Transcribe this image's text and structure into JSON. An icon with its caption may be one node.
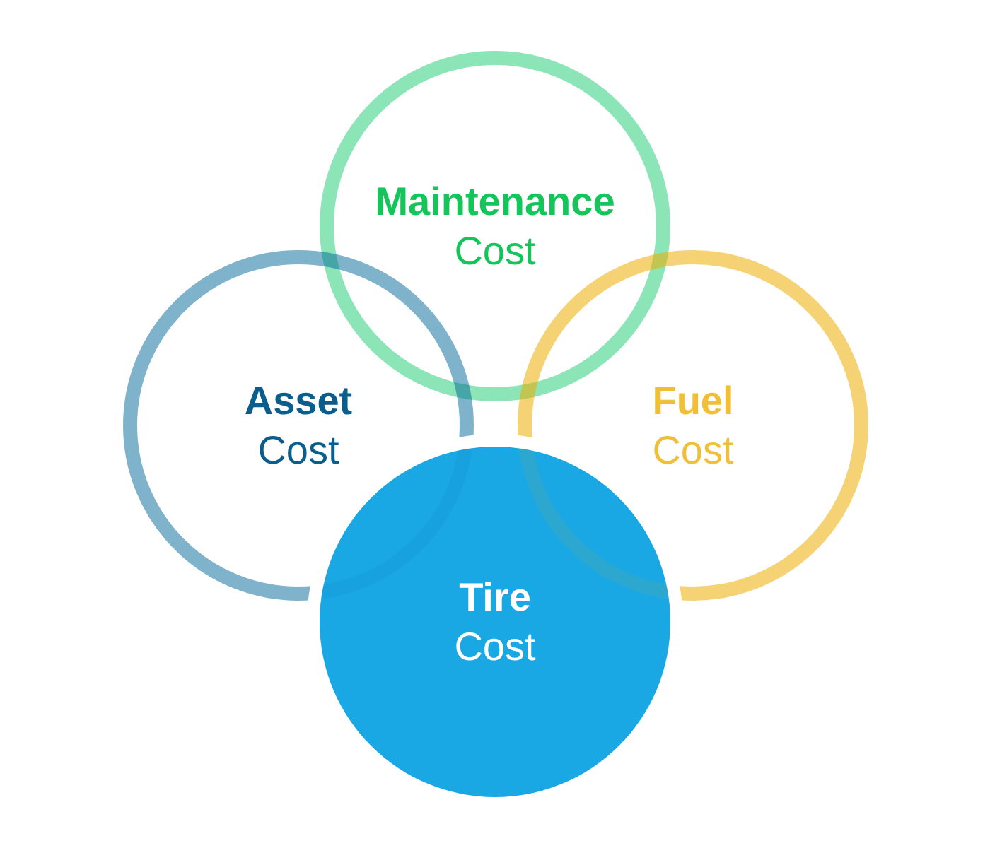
{
  "diagram": {
    "nodes": [
      {
        "text": [
          "Maintenance",
          "Cost"
        ]
      },
      {
        "text": [
          "Asset",
          "Cost"
        ]
      },
      {
        "text": [
          "Fuel",
          "Cost"
        ]
      },
      {
        "text": [
          "Tire",
          "Cost"
        ]
      }
    ]
  }
}
